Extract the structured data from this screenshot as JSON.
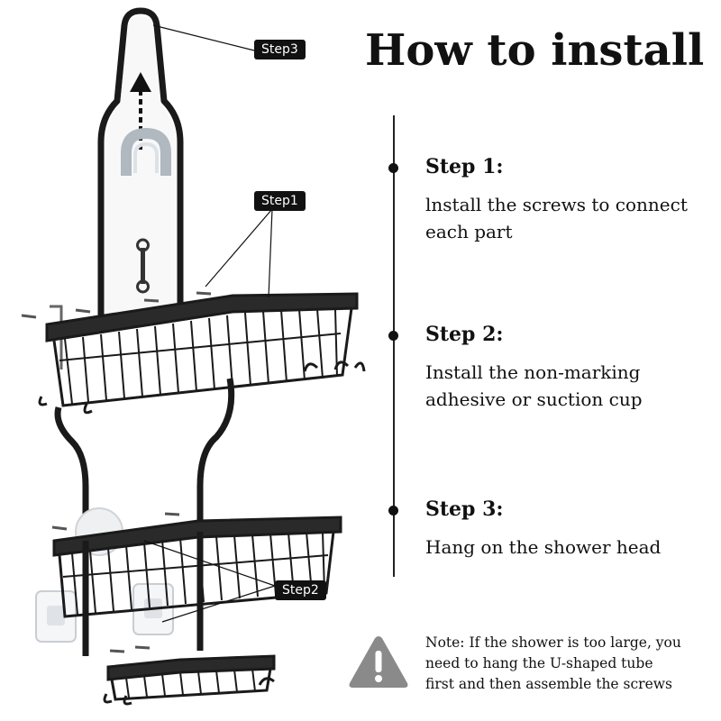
{
  "header": {
    "title": "How to install"
  },
  "callouts": {
    "step3": "Step3",
    "step1": "Step1",
    "step2": "Step2"
  },
  "steps": [
    {
      "heading": "Step 1:",
      "line1": "lnstall the screws to connect",
      "line2": "each part"
    },
    {
      "heading": "Step 2:",
      "line1": "Install the non-marking",
      "line2": "adhesive or suction cup"
    },
    {
      "heading": "Step 3:",
      "line1": "Hang on the shower head",
      "line2": ""
    }
  ],
  "note": {
    "line1": "Note: If the shower is too large, you",
    "line2": "need to hang the U-shaped tube",
    "line3": "first and then assemble the screws"
  },
  "icons": {
    "note": "warning-icon",
    "tool": "wrench-icon",
    "arrow": "up-arrow-icon"
  },
  "colors": {
    "text": "#111111",
    "accent": "#111111",
    "frame": "#1a1a1a",
    "warning": "#8a8a8a"
  }
}
